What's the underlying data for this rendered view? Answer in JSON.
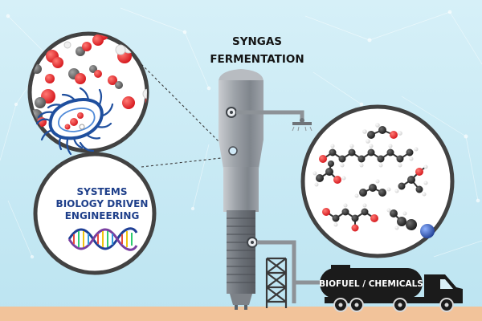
{
  "title_line1": "SYNGAS",
  "title_line2": "FERMENTATION",
  "biology_line1": "SYSTEMS",
  "biology_line2": "BIOLOGY DRIVEN",
  "biology_line3": "ENGINEERING",
  "tank_label": "BIOFUEL / CHEMICALS",
  "colors": {
    "sky_top": "#d4eef6",
    "sky_bottom": "#bfe6f2",
    "ground": "#f2c39a",
    "circle_border": "#424242",
    "text_blue": "#1e3f8a",
    "bacterium_blue": "#1f4f9e",
    "oxygen_red": "#e0231f",
    "carbon_grey": "#5b5b5b",
    "reactor_grey": "#9aa0a6",
    "truck_black": "#1b1b1b"
  },
  "icons": [
    "bacterium-icon",
    "dna-helix-icon",
    "molecule-icons",
    "bioreactor-icon",
    "tanker-truck-icon"
  ]
}
